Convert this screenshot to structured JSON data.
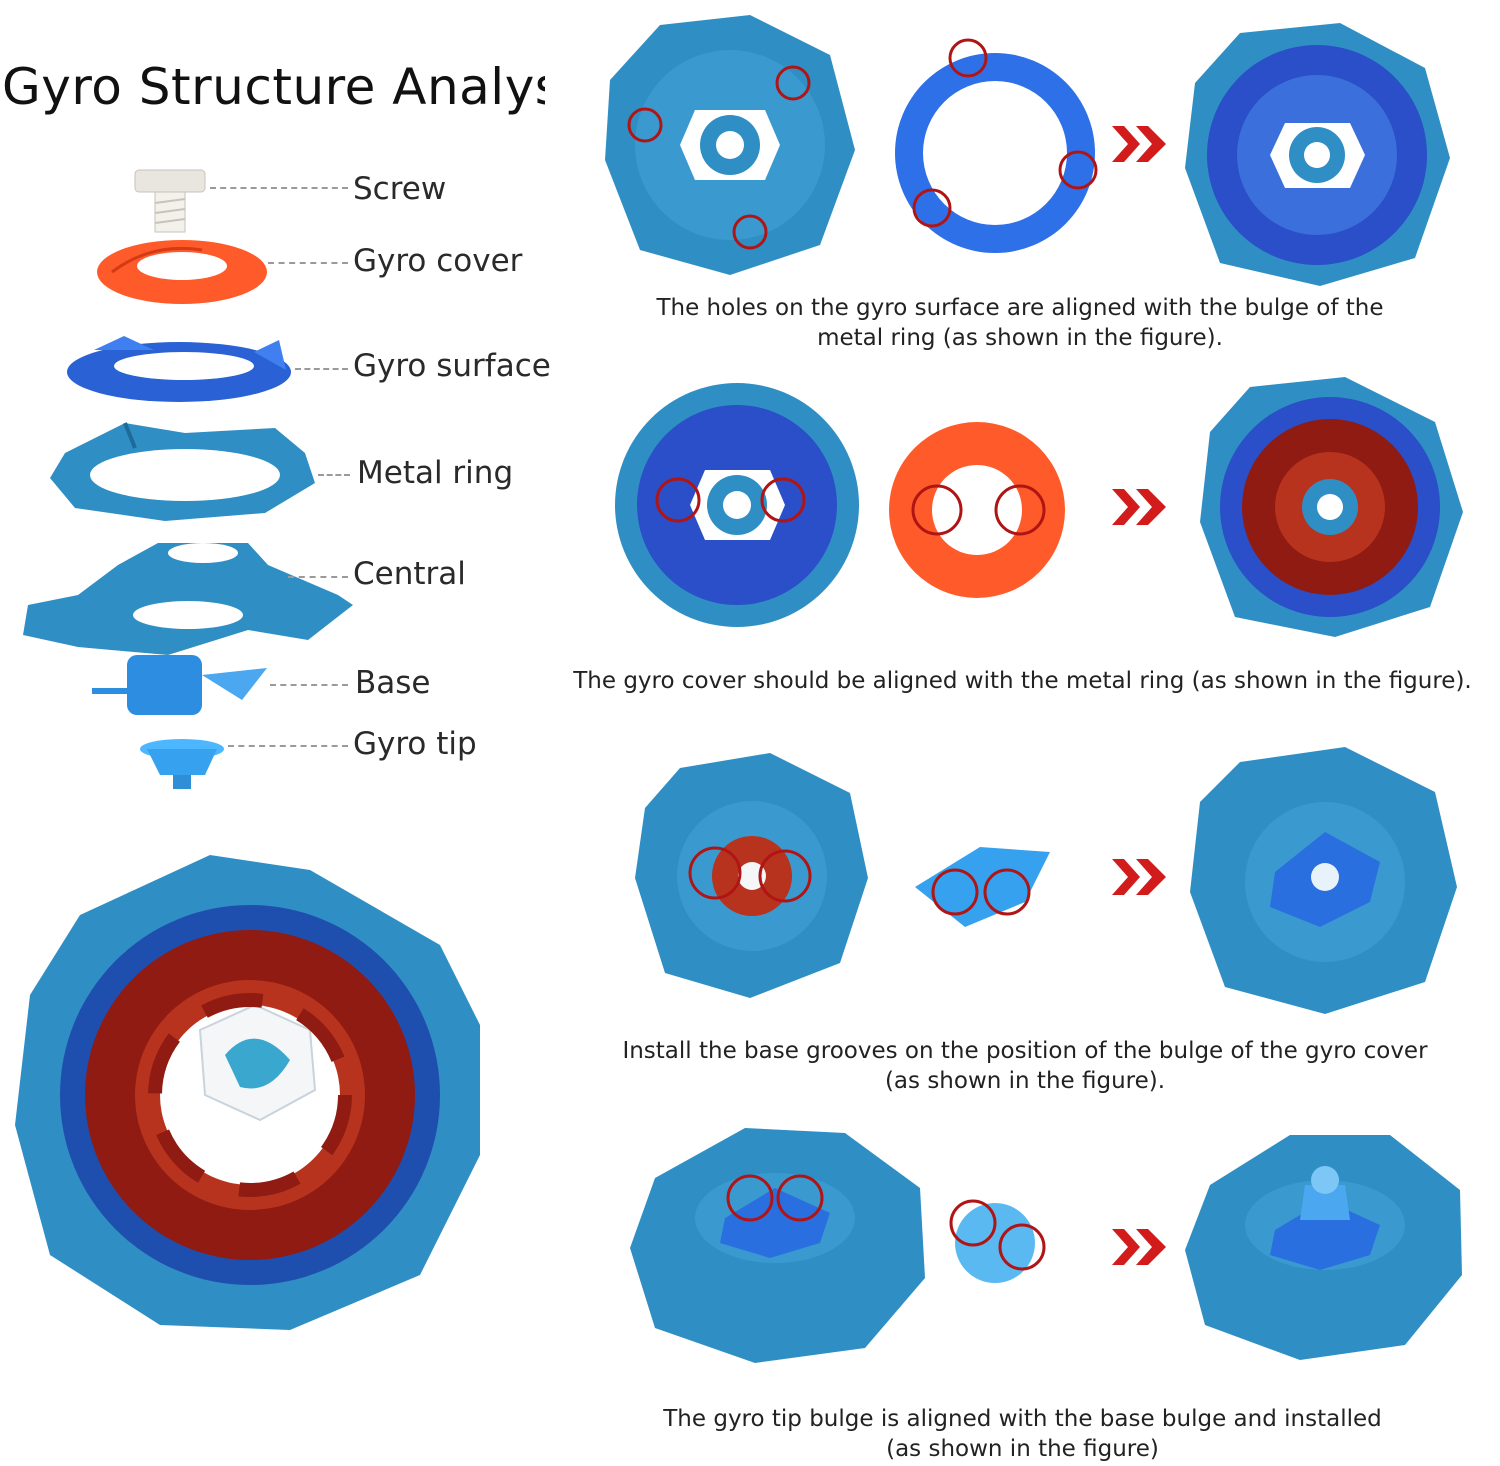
{
  "title": "Gyro Structure Analysis",
  "parts": [
    {
      "label": "Screw"
    },
    {
      "label": "Gyro cover"
    },
    {
      "label": "Gyro surface"
    },
    {
      "label": "Metal ring"
    },
    {
      "label": "Central"
    },
    {
      "label": "Base"
    },
    {
      "label": "Gyro tip"
    }
  ],
  "steps": [
    {
      "caption_line1": "The holes on the gyro surface are aligned with the bulge of the",
      "caption_line2": "metal ring (as shown in the figure)."
    },
    {
      "caption_line1": "The gyro cover should be aligned with the metal ring (as shown in the figure).",
      "caption_line2": ""
    },
    {
      "caption_line1": "Install the base grooves on the position of the bulge of the gyro cover",
      "caption_line2": "(as shown in the figure)."
    },
    {
      "caption_line1": "The gyro tip bulge is aligned with the base bulge and installed",
      "caption_line2": "(as shown in the figure)"
    }
  ],
  "colors": {
    "metal_blue": "#2f8fc4",
    "dark_blue": "#1f5fae",
    "orange": "#ff5a2a",
    "red_circle": "#b01515",
    "arrow_red": "#d21c1c"
  }
}
